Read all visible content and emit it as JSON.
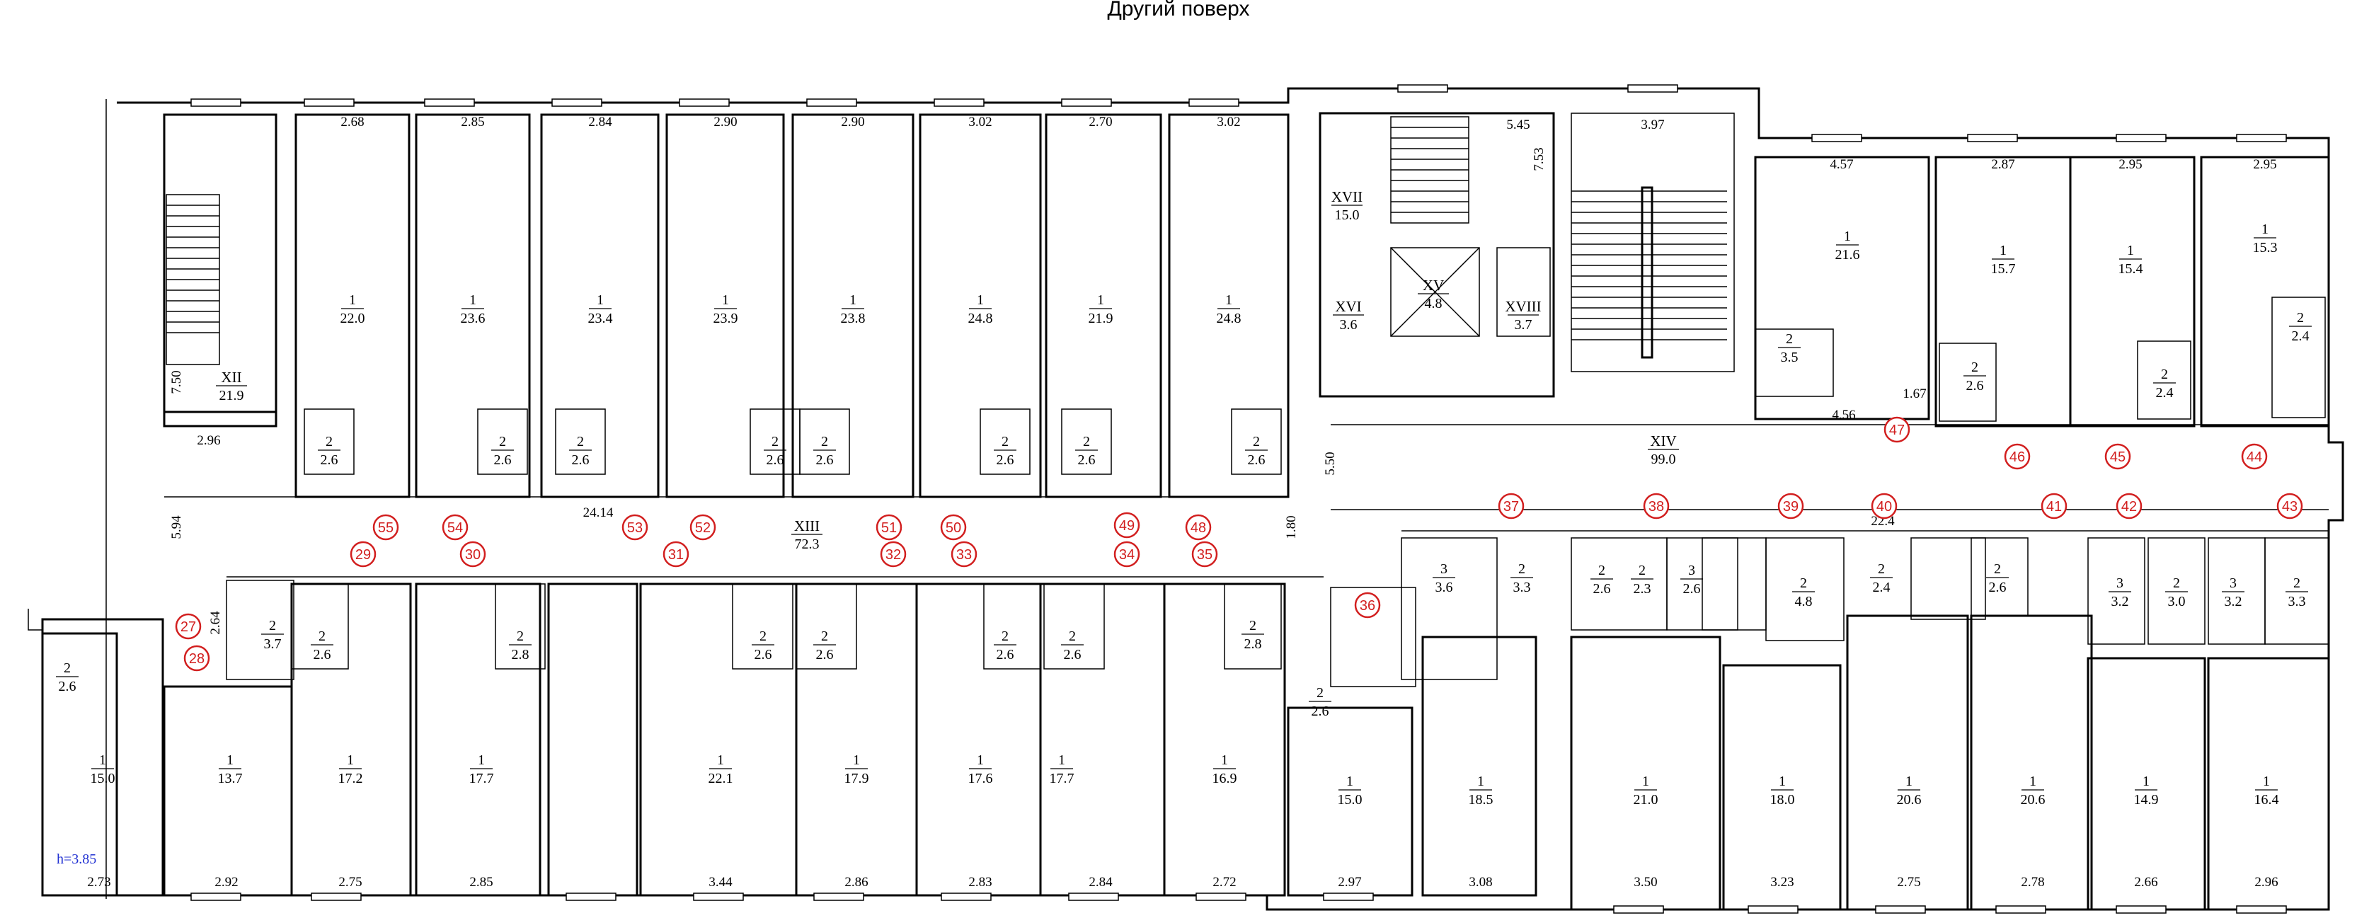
{
  "title": "Другий поверх",
  "height_note": "h=3.85",
  "corridors": [
    {
      "name": "XII",
      "area": "21.9"
    },
    {
      "name": "XIII",
      "area": "72.3"
    },
    {
      "name": "XIV",
      "area": "99.0"
    },
    {
      "name": "XV",
      "area": "4.8"
    },
    {
      "name": "XVI",
      "area": "3.6"
    },
    {
      "name": "XVII",
      "area": "15.0"
    },
    {
      "name": "XVIII",
      "area": "3.7"
    }
  ],
  "top_rooms": [
    {
      "num": "1",
      "area": "22.0",
      "width": "2.68"
    },
    {
      "num": "1",
      "area": "23.6",
      "width": "2.85"
    },
    {
      "num": "1",
      "area": "23.4",
      "width": "2.84"
    },
    {
      "num": "1",
      "area": "23.9",
      "width": "2.90"
    },
    {
      "num": "1",
      "area": "23.8",
      "width": "2.90"
    },
    {
      "num": "1",
      "area": "24.8",
      "width": "3.02"
    },
    {
      "num": "1",
      "area": "21.9",
      "width": "2.70"
    },
    {
      "num": "1",
      "area": "24.8",
      "width": "3.02"
    }
  ],
  "top_baths": [
    {
      "num": "2",
      "area": "2.6"
    },
    {
      "num": "2",
      "area": "2.6"
    },
    {
      "num": "2",
      "area": "2.6"
    },
    {
      "num": "2",
      "area": "2.6"
    },
    {
      "num": "2",
      "area": "2.6"
    },
    {
      "num": "2",
      "area": "2.6"
    },
    {
      "num": "2",
      "area": "2.6"
    },
    {
      "num": "2",
      "area": "2.6"
    }
  ],
  "right_top_rooms": [
    {
      "num": "1",
      "area": "21.6",
      "width": "4.57"
    },
    {
      "num": "1",
      "area": "15.7",
      "width": "2.87"
    },
    {
      "num": "1",
      "area": "15.4",
      "width": "2.95"
    },
    {
      "num": "1",
      "area": "15.3",
      "width": "2.95"
    }
  ],
  "right_top_baths": [
    {
      "num": "2",
      "area": "3.5"
    },
    {
      "num": "2",
      "area": "2.6"
    },
    {
      "num": "2",
      "area": "2.4"
    },
    {
      "num": "2",
      "area": "2.4"
    }
  ],
  "bottom_left_rooms": [
    {
      "num": "1",
      "area": "15.0",
      "width": "2.73"
    },
    {
      "num": "1",
      "area": "13.7",
      "width": "2.92"
    },
    {
      "num": "1",
      "area": "17.2",
      "width": "2.75"
    },
    {
      "num": "1",
      "area": "17.7",
      "width": "2.85"
    },
    {
      "num": "1",
      "area": "22.1",
      "width": "3.44"
    },
    {
      "num": "1",
      "area": "17.9",
      "width": "2.86"
    },
    {
      "num": "1",
      "area": "17.6",
      "width": "2.83"
    },
    {
      "num": "1",
      "area": "17.7",
      "width": "2.84"
    },
    {
      "num": "1",
      "area": "16.9",
      "width": "2.72"
    }
  ],
  "bottom_left_baths": [
    {
      "num": "2",
      "area": "2.6"
    },
    {
      "num": "2",
      "area": "3.7"
    },
    {
      "num": "2",
      "area": "2.6"
    },
    {
      "num": "2",
      "area": "2.8"
    },
    {
      "num": "2",
      "area": "2.6"
    },
    {
      "num": "2",
      "area": "2.6"
    },
    {
      "num": "2",
      "area": "2.6"
    },
    {
      "num": "2",
      "area": "2.6"
    },
    {
      "num": "2",
      "area": "2.8"
    }
  ],
  "bottom_right_rooms": [
    {
      "num": "1",
      "area": "15.0",
      "width": "2.97"
    },
    {
      "num": "1",
      "area": "18.5",
      "width": "3.08"
    },
    {
      "num": "1",
      "area": "21.0",
      "width": "3.50"
    },
    {
      "num": "1",
      "area": "18.0",
      "width": "3.23"
    },
    {
      "num": "1",
      "area": "20.6",
      "width": "2.75"
    },
    {
      "num": "1",
      "area": "20.6",
      "width": "2.78"
    },
    {
      "num": "1",
      "area": "14.9",
      "width": "2.66"
    },
    {
      "num": "1",
      "area": "16.4",
      "width": "2.96"
    }
  ],
  "bottom_right_baths": [
    {
      "num": "3",
      "area": "3.6"
    },
    {
      "num": "2",
      "area": "3.3"
    },
    {
      "num": "2",
      "area": "2.6"
    },
    {
      "num": "2",
      "area": "2.3"
    },
    {
      "num": "3",
      "area": "2.6"
    },
    {
      "num": "2",
      "area": "4.8"
    },
    {
      "num": "2",
      "area": "2.4"
    },
    {
      "num": "2",
      "area": "2.6"
    },
    {
      "num": "3",
      "area": "3.2"
    },
    {
      "num": "2",
      "area": "3.0"
    },
    {
      "num": "3",
      "area": "3.2"
    },
    {
      "num": "2",
      "area": "3.3"
    },
    {
      "num": "2",
      "area": "2.6"
    }
  ],
  "markers": [
    "27",
    "28",
    "29",
    "30",
    "31",
    "32",
    "33",
    "34",
    "35",
    "36",
    "37",
    "38",
    "39",
    "40",
    "41",
    "42",
    "43",
    "44",
    "45",
    "46",
    "47",
    "48",
    "49",
    "50",
    "51",
    "52",
    "53",
    "54",
    "55"
  ],
  "dims": {
    "corridor_len": "24.14",
    "corridor_r": "22.4",
    "d_264": "2.64",
    "d_296": "2.96",
    "d_750": "7.50",
    "d_594": "5.94",
    "d_397": "3.97",
    "d_545": "5.45",
    "d_753": "7.53",
    "d_550": "5.50",
    "d_180": "1.80",
    "d_456": "4.56",
    "d_167": "1.67"
  },
  "marker_color": "#d21f1f",
  "note_color": "#1f2fd2"
}
